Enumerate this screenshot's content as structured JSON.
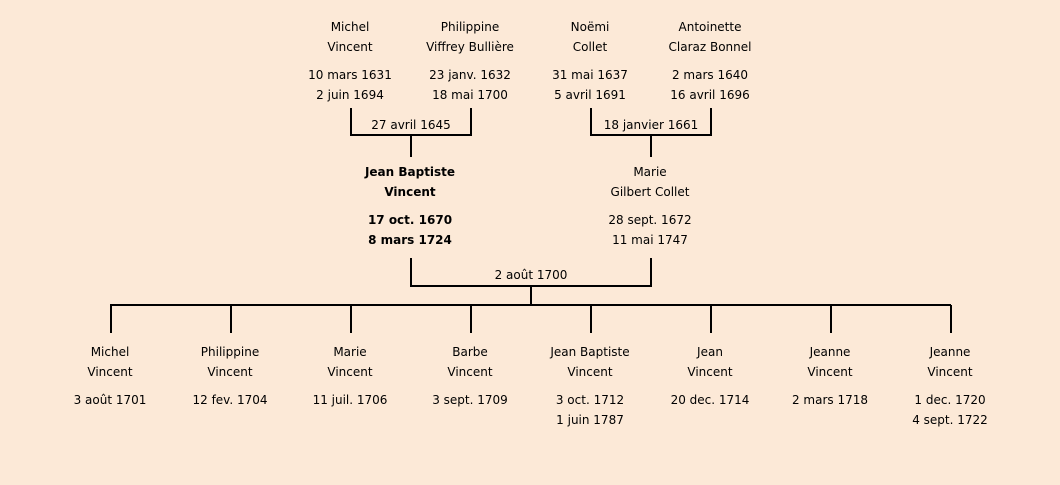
{
  "grandparents": [
    {
      "first": "Michel",
      "last": "Vincent",
      "birth": "10 mars 1631",
      "death": "2 juin 1694"
    },
    {
      "first": "Philippine",
      "last": "Viffrey Bullière",
      "birth": "23 janv. 1632",
      "death": "18 mai 1700"
    },
    {
      "first": "Noëmi",
      "last": "Collet",
      "birth": "31 mai 1637",
      "death": "5 avril 1691"
    },
    {
      "first": "Antoinette",
      "last": "Claraz Bonnel",
      "birth": "2 mars 1640",
      "death": "16 avril 1696"
    }
  ],
  "grandparent_marriages": [
    "27 avril 1645",
    "18 janvier 1661"
  ],
  "parents": [
    {
      "first": "Jean Baptiste",
      "last": "Vincent",
      "birth": "17 oct. 1670",
      "death": "8 mars 1724"
    },
    {
      "first": "Marie",
      "last": "Gilbert Collet",
      "birth": "28 sept. 1672",
      "death": "11 mai 1747"
    }
  ],
  "parent_marriage": "2 août 1700",
  "children": [
    {
      "first": "Michel",
      "last": "Vincent",
      "birth": "3 août 1701"
    },
    {
      "first": "Philippine",
      "last": "Vincent",
      "birth": "12 fev. 1704"
    },
    {
      "first": "Marie",
      "last": "Vincent",
      "birth": "11 juil. 1706"
    },
    {
      "first": "Barbe",
      "last": "Vincent",
      "birth": "3 sept. 1709"
    },
    {
      "first": "Jean Baptiste",
      "last": "Vincent",
      "birth": "3 oct. 1712",
      "death": "1 juin 1787"
    },
    {
      "first": "Jean",
      "last": "Vincent",
      "birth": "20 dec. 1714"
    },
    {
      "first": "Jeanne",
      "last": "Vincent",
      "birth": "2 mars 1718"
    },
    {
      "first": "Jeanne",
      "last": "Vincent",
      "birth": "1 dec. 1720",
      "death": "4 sept. 1722"
    }
  ]
}
